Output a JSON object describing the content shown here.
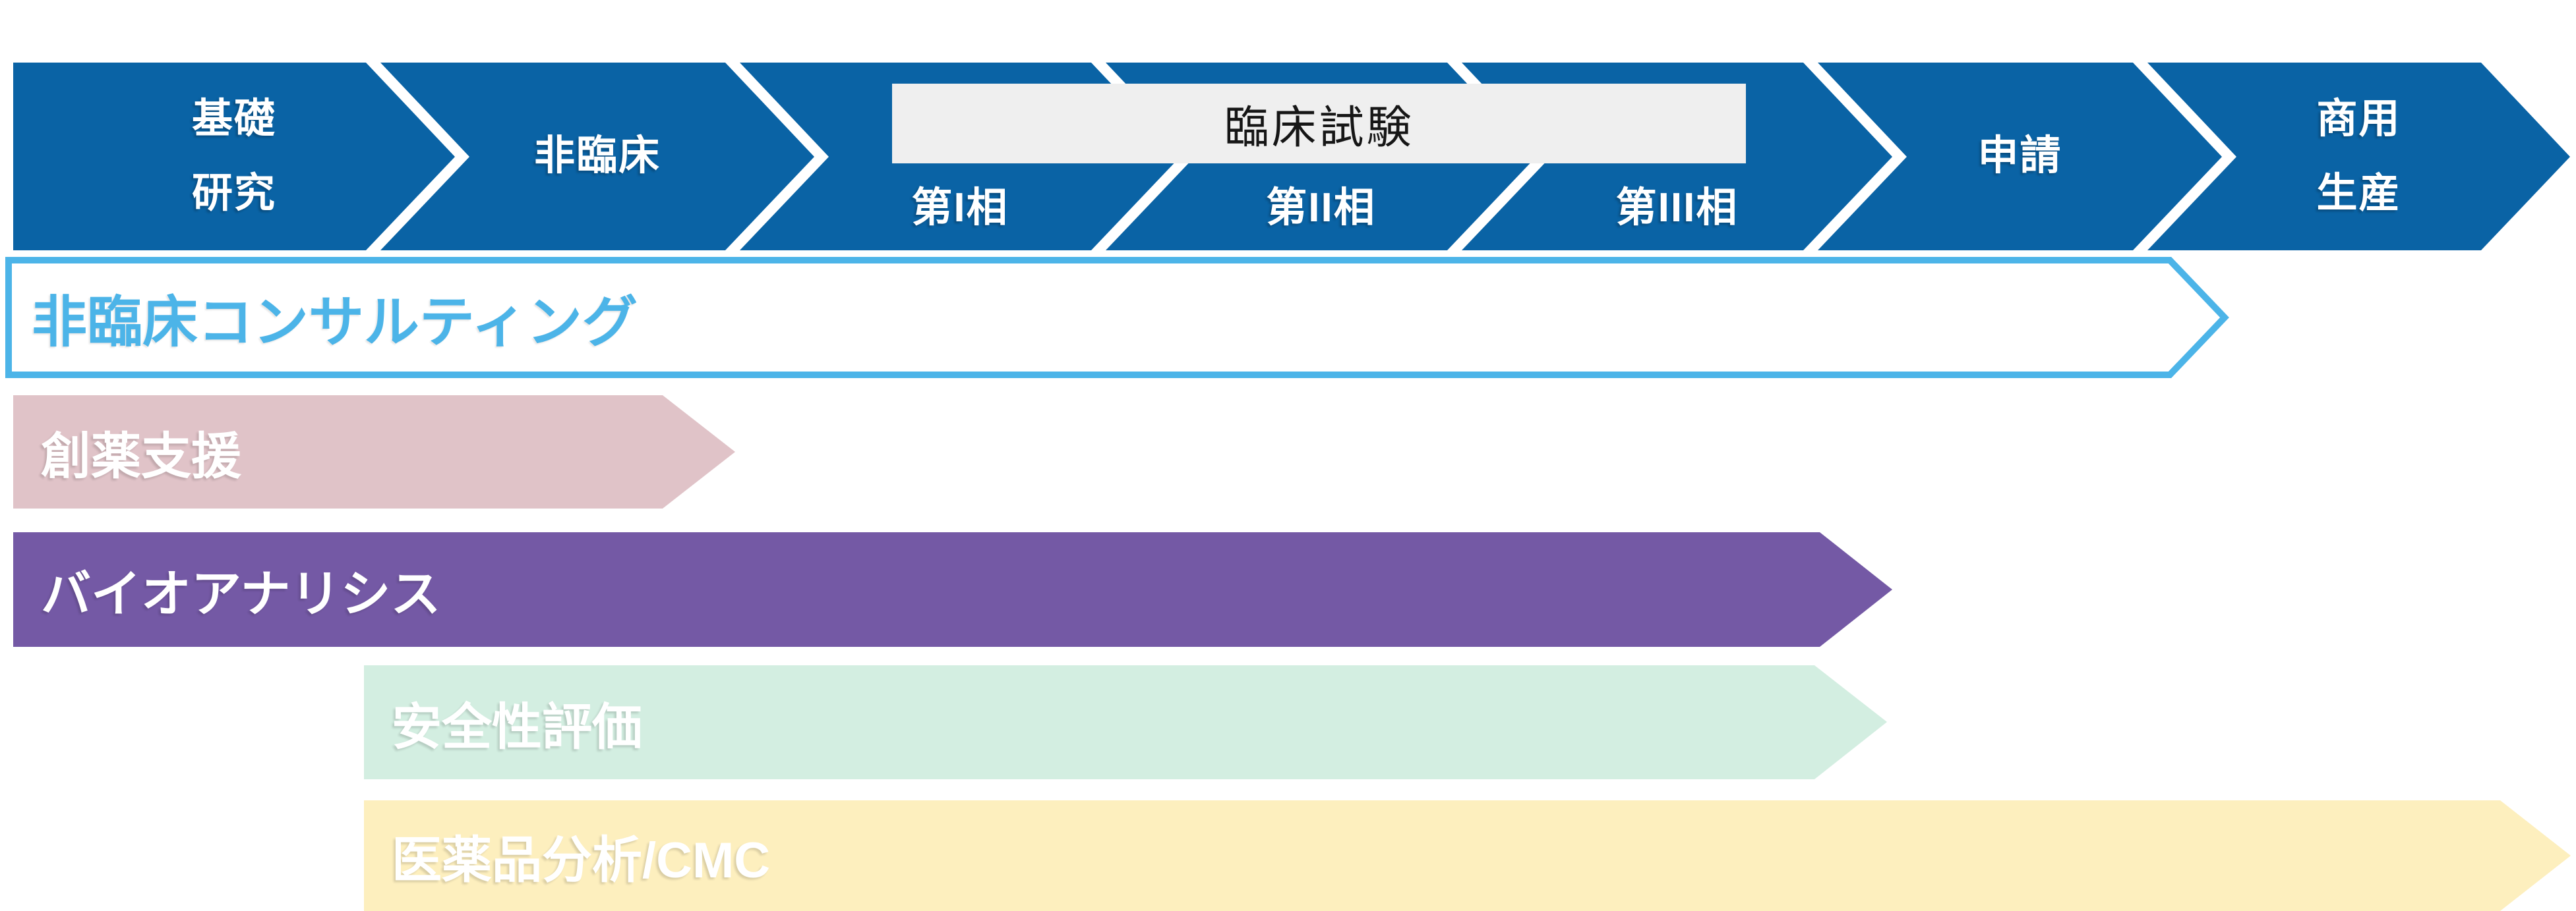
{
  "pipeline": {
    "stages": [
      {
        "id": "basic-research",
        "lines": [
          "基礎",
          "研究"
        ]
      },
      {
        "id": "nonclinical",
        "lines": [
          "非臨床"
        ]
      },
      {
        "id": "phase-1",
        "lines": [
          "第I相"
        ]
      },
      {
        "id": "phase-2",
        "lines": [
          "第II相"
        ]
      },
      {
        "id": "phase-3",
        "lines": [
          "第III相"
        ]
      },
      {
        "id": "application",
        "lines": [
          "申請"
        ]
      },
      {
        "id": "commercial-production",
        "lines": [
          "商用",
          "生産"
        ]
      }
    ],
    "clinical_header": "臨床試験"
  },
  "services": [
    {
      "id": "nonclinical-consulting",
      "label": "非臨床コンサルティング",
      "style": "outline",
      "color": "#4CB4E8"
    },
    {
      "id": "drug-discovery-support",
      "label": "創薬支援",
      "style": "filled",
      "color": "#E0C3C8"
    },
    {
      "id": "bioanalysis",
      "label": "バイオアナリシス",
      "style": "filled",
      "color": "#7459A5"
    },
    {
      "id": "safety-assessment",
      "label": "安全性評価",
      "style": "filled",
      "color": "#D3EEE1"
    },
    {
      "id": "pharma-analysis-cmc",
      "label": "医薬品分析/CMC",
      "style": "filled",
      "color": "#FDEFBE"
    }
  ],
  "colors": {
    "process_blue": "#0A63A5",
    "accent_light_blue": "#4CB4E8",
    "clinical_header_bg": "#EFEFEF",
    "clinical_header_text": "#161616",
    "stage_text": "#ffffff",
    "service_text": "#ffffff",
    "background": "#ffffff"
  }
}
